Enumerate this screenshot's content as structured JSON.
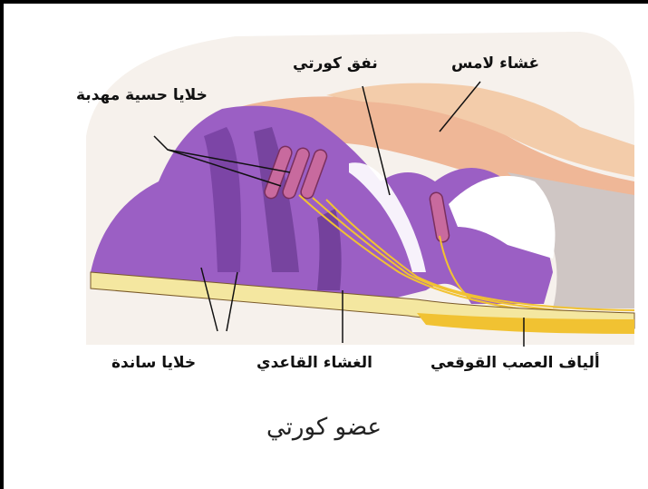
{
  "labels": {
    "tectorial_membrane": "غشاء لامس",
    "tunnel_of_corti": "نفق كورتي",
    "ciliated_sensory_cells": "خلايا حسية مهدبة",
    "supporting_cells": "خلايا ساندة",
    "basilar_membrane": "الغشاء القاعدي",
    "cochlear_nerve_fibers": "ألياف العصب القوقعي"
  },
  "caption": "عضو كورتي",
  "colors": {
    "cells": "#9b5fc4",
    "cells_dark": "#5a2d82",
    "sensory_cells": "#c86a9e",
    "tectorial": "#e9a37d",
    "basilar": "#f4e7a0",
    "nerve": "#f1c232",
    "background": "#f2ece6"
  }
}
